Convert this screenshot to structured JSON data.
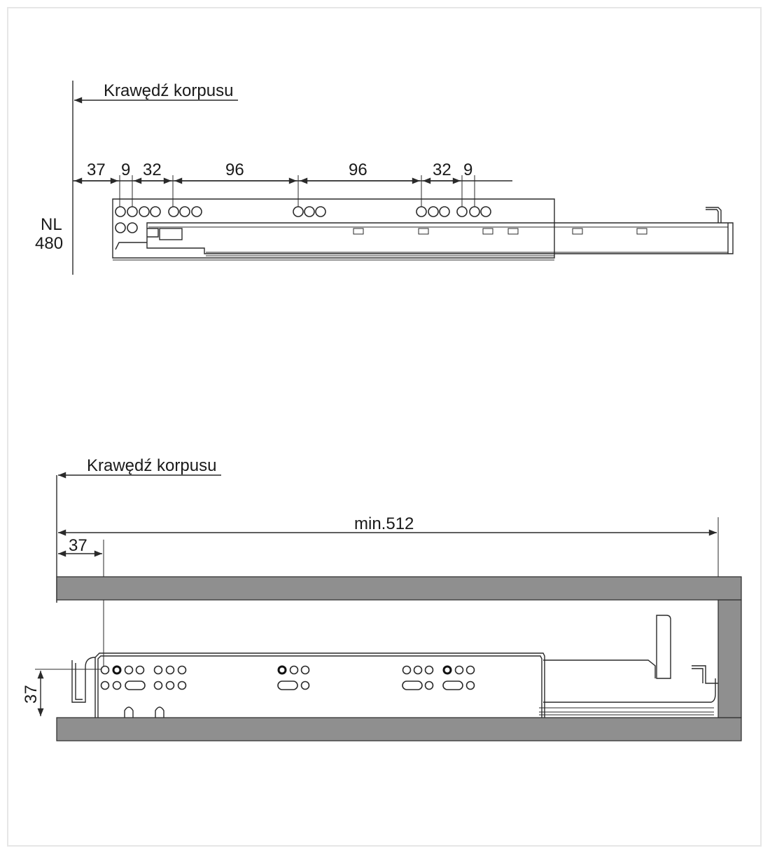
{
  "top_view": {
    "edge_label": "Krawędź korpusu",
    "nl_label": "NL",
    "nl_value": "480",
    "dims": [
      "37",
      "9",
      "32",
      "96",
      "96",
      "32",
      "9"
    ]
  },
  "bottom_view": {
    "edge_label": "Krawędź korpusu",
    "min_label": "min.512",
    "offset_label": "37",
    "height_label": "37"
  },
  "colors": {
    "line": "#2a2a2a",
    "cabinet_wall": "#8f8f8f",
    "frame": "#e6e6e6"
  }
}
